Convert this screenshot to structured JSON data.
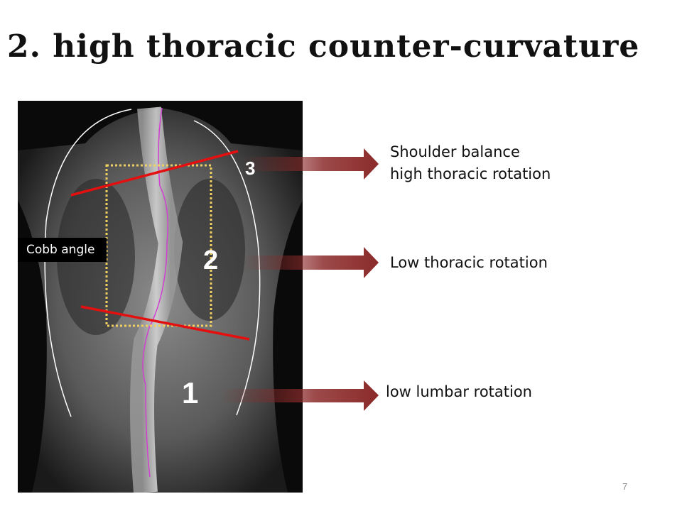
{
  "slide": {
    "title": "2. high thoracic counter-curvature",
    "page_number": "7"
  },
  "figure": {
    "cobb_label": "Cobb angle",
    "curve_numbers": [
      "3",
      "2",
      "1"
    ]
  },
  "annotations": [
    {
      "line1": "Shoulder balance",
      "line2": "high thoracic rotation"
    },
    {
      "line1": "Low thoracic rotation"
    },
    {
      "line1": "low lumbar rotation"
    }
  ],
  "colors": {
    "cobb_line": "#e41010",
    "spine_line": "#d040d0",
    "box": "#f0d060",
    "arrow": "#8b2a2a"
  }
}
